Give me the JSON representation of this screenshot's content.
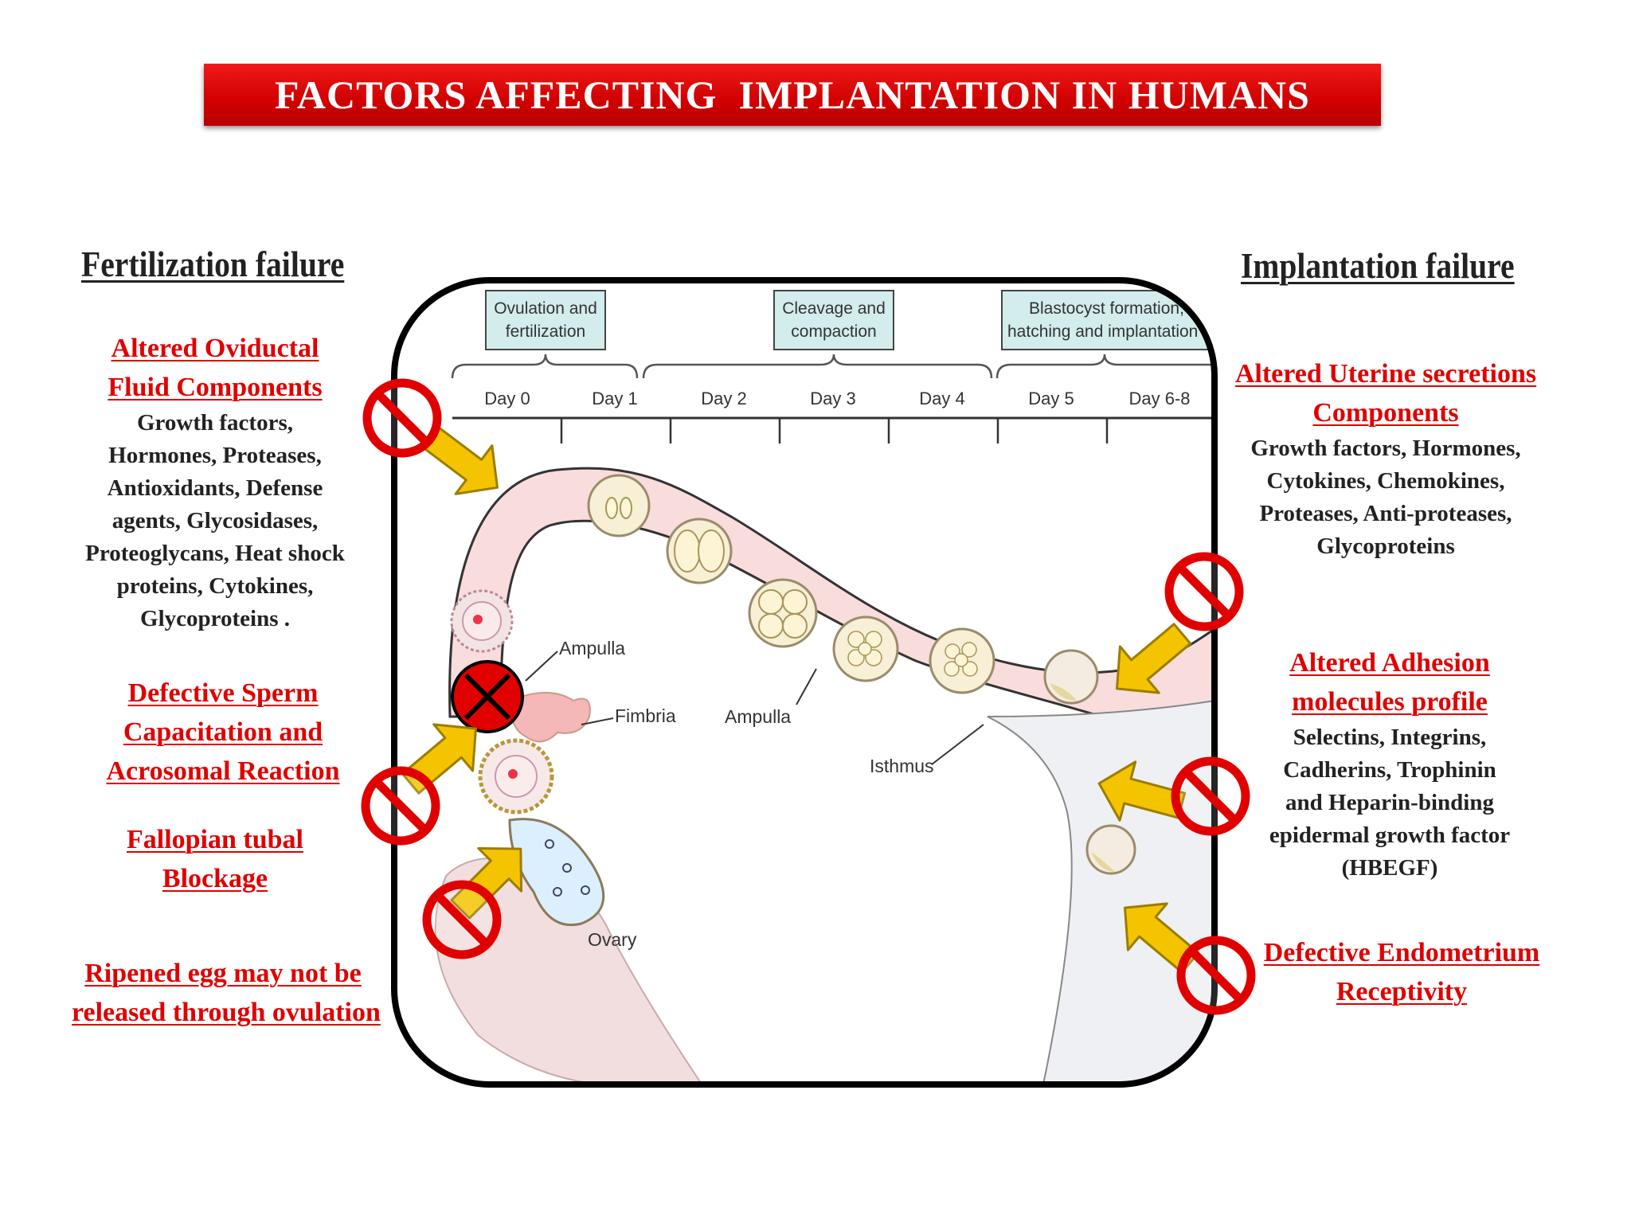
{
  "title": "FACTORS AFFECTING  IMPLANTATION IN HUMANS",
  "left": {
    "heading": "Fertilization  failure",
    "groups": [
      {
        "red": [
          "Altered Oviductal",
          "Fluid  Components"
        ],
        "black": [
          "Growth factors,",
          "Hormones, Proteases,",
          "Antioxidants,  Defense",
          "agents, Glycosidases,",
          "Proteoglycans, Heat shock",
          "proteins, Cytokines,",
          "Glycoproteins ."
        ]
      },
      {
        "red": [
          "Defective Sperm",
          "Capacitation  and",
          "Acrosomal  Reaction"
        ]
      },
      {
        "red": [
          "Fallopian  tubal",
          "Blockage"
        ]
      },
      {
        "red": [
          "Ripened egg may not be",
          "released through  ovulation"
        ]
      }
    ]
  },
  "right": {
    "heading": "Implantation  failure",
    "groups": [
      {
        "red": [
          "Altered Uterine  secretions",
          "Components"
        ],
        "black": [
          "Growth  factors, Hormones,",
          "Cytokines, Chemokines,",
          "Proteases, Anti-proteases,",
          "Glycoproteins"
        ]
      },
      {
        "red": [
          "Altered  Adhesion",
          "molecules profile"
        ],
        "black": [
          "Selectins, Integrins,",
          "Cadherins, Trophinin",
          "and Heparin-binding",
          "epidermal growth factor",
          "(HBEGF)"
        ]
      },
      {
        "red": [
          "Defective  Endometrium",
          "Receptivity"
        ]
      }
    ]
  },
  "diagram": {
    "stages": [
      "Ovulation and fertilization",
      "Cleavage and compaction",
      "Blastocyst formation, hatching and implantation"
    ],
    "days": [
      "Day 0",
      "Day 1",
      "Day 2",
      "Day 3",
      "Day 4",
      "Day 5",
      "Day 6-8"
    ],
    "labels": {
      "ampulla_left": "Ampulla",
      "fimbria": "Fimbria",
      "ampulla_mid": "Ampulla",
      "isthmus": "Isthmus",
      "ovary": "Ovary"
    }
  },
  "colors": {
    "title_bg": "#d40000",
    "red_text": "#e00000",
    "block_sign": "#e00000",
    "arrow": "#f5c400",
    "tube": "#f9dcdc"
  }
}
